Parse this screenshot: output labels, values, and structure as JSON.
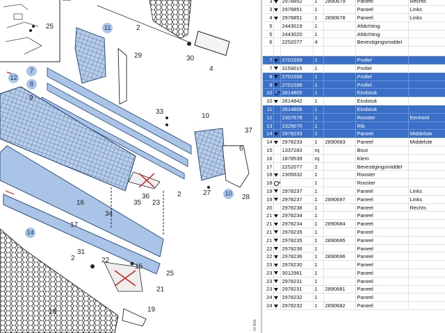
{
  "diagram": {
    "doc_id": "70 001",
    "callouts": [
      "25",
      "2",
      "30",
      "4",
      "29",
      "11",
      "7",
      "8",
      "9",
      "12",
      "33",
      "10",
      "37",
      "6",
      "27",
      "28",
      "10",
      "36",
      "23",
      "2",
      "35",
      "16",
      "34",
      "17",
      "14",
      "31",
      "2",
      "18",
      "22",
      "15",
      "25",
      "21",
      "19"
    ]
  },
  "parts_table": {
    "rows": [
      {
        "pos": "3",
        "marker": "tri",
        "part": "2978852",
        "qty": "1",
        "alt": "2890679",
        "desc": "Paneel",
        "side": "Rechts",
        "selected": false
      },
      {
        "pos": "3",
        "marker": "tri",
        "part": "2978851",
        "qty": "1",
        "alt": "",
        "desc": "Paneel",
        "side": "Links",
        "selected": false
      },
      {
        "pos": "4",
        "marker": "tri",
        "part": "2978851",
        "qty": "1",
        "alt": "2890678",
        "desc": "Paneel",
        "side": "Links",
        "selected": false
      },
      {
        "pos": "5",
        "marker": "",
        "part": "2443019",
        "qty": "1",
        "alt": "",
        "desc": "Afdichting",
        "side": "",
        "selected": false
      },
      {
        "pos": "5",
        "marker": "",
        "part": "2443020",
        "qty": "1",
        "alt": "",
        "desc": "Afdichting",
        "side": "",
        "selected": false
      },
      {
        "pos": "6",
        "marker": "",
        "part": "2252077",
        "qty": "4",
        "alt": "",
        "desc": "Bevestigingsmiddel",
        "side": "",
        "selected": false
      },
      {
        "pos": "",
        "marker": "",
        "part": "",
        "qty": "",
        "alt": "",
        "desc": "",
        "side": "",
        "selected": false,
        "gap": true
      },
      {
        "pos": "7",
        "marker": "tri",
        "part": "2701599",
        "qty": "1",
        "alt": "",
        "desc": "Profiel",
        "side": "",
        "selected": true
      },
      {
        "pos": "7",
        "marker": "tri",
        "part": "3159015",
        "qty": "1",
        "alt": "",
        "desc": "Profiel",
        "side": "",
        "selected": false
      },
      {
        "pos": "8",
        "marker": "tri",
        "part": "2701598",
        "qty": "1",
        "alt": "",
        "desc": "Profiel",
        "side": "",
        "selected": true
      },
      {
        "pos": "9",
        "marker": "tri",
        "part": "2701598",
        "qty": "1",
        "alt": "",
        "desc": "Profiel",
        "side": "",
        "selected": true
      },
      {
        "pos": "10",
        "marker": "info-tri",
        "part": "2614805",
        "qty": "1",
        "alt": "",
        "desc": "Eindstuk",
        "side": "",
        "selected": true
      },
      {
        "pos": "10",
        "marker": "tri",
        "part": "2614842",
        "qty": "1",
        "alt": "",
        "desc": "Eindstuk",
        "side": "",
        "selected": false
      },
      {
        "pos": "11",
        "marker": "",
        "part": "2614806",
        "qty": "1",
        "alt": "",
        "desc": "Eindstuk",
        "side": "",
        "selected": true
      },
      {
        "pos": "12",
        "marker": "",
        "part": "2307678",
        "qty": "1",
        "alt": "",
        "desc": "Rooster",
        "side": "Eenheid",
        "selected": true
      },
      {
        "pos": "13",
        "marker": "",
        "part": "2329070",
        "qty": "1",
        "alt": "",
        "desc": "Rib",
        "side": "",
        "selected": true
      },
      {
        "pos": "14",
        "marker": "tri",
        "part": "2978233",
        "qty": "1",
        "alt": "",
        "desc": "Paneel",
        "side": "Middelste",
        "selected": true
      },
      {
        "pos": "14",
        "marker": "tri",
        "part": "2978233",
        "qty": "1",
        "alt": "2890683",
        "desc": "Paneel",
        "side": "Middelste",
        "selected": false
      },
      {
        "pos": "15",
        "marker": "",
        "part": "1337283",
        "qty": "rq",
        "alt": "",
        "desc": "Bout",
        "side": "",
        "selected": false
      },
      {
        "pos": "16",
        "marker": "",
        "part": "1878539",
        "qty": "rq",
        "alt": "",
        "desc": "Klem",
        "side": "",
        "selected": false
      },
      {
        "pos": "17",
        "marker": "",
        "part": "2252077",
        "qty": "2",
        "alt": "",
        "desc": "Bevestigingsmiddel",
        "side": "",
        "selected": false
      },
      {
        "pos": "18",
        "marker": "tri",
        "part": "2305632",
        "qty": "1",
        "alt": "",
        "desc": "Rooster",
        "side": "",
        "selected": false
      },
      {
        "pos": "18",
        "marker": "circ-tri",
        "part": "",
        "qty": "1",
        "alt": "",
        "desc": "Rooster",
        "side": "",
        "selected": false
      },
      {
        "pos": "19",
        "marker": "tri",
        "part": "2978237",
        "qty": "1",
        "alt": "",
        "desc": "Paneel",
        "side": "Links",
        "selected": false
      },
      {
        "pos": "19",
        "marker": "tri",
        "part": "2978237",
        "qty": "1",
        "alt": "2890697",
        "desc": "Paneel",
        "side": "Links",
        "selected": false
      },
      {
        "pos": "20",
        "marker": "",
        "part": "2978238",
        "qty": "1",
        "alt": "",
        "desc": "Paneel",
        "side": "Rechts",
        "selected": false
      },
      {
        "pos": "21",
        "marker": "tri",
        "part": "2978234",
        "qty": "1",
        "alt": "",
        "desc": "Paneel",
        "side": "",
        "selected": false
      },
      {
        "pos": "21",
        "marker": "tri",
        "part": "2978234",
        "qty": "1",
        "alt": "2890684",
        "desc": "Paneel",
        "side": "",
        "selected": false
      },
      {
        "pos": "21",
        "marker": "tri",
        "part": "2978235",
        "qty": "1",
        "alt": "",
        "desc": "Paneel",
        "side": "",
        "selected": false
      },
      {
        "pos": "21",
        "marker": "tri",
        "part": "2978235",
        "qty": "1",
        "alt": "2890695",
        "desc": "Paneel",
        "side": "",
        "selected": false
      },
      {
        "pos": "22",
        "marker": "tri",
        "part": "2978236",
        "qty": "1",
        "alt": "",
        "desc": "Paneel",
        "side": "",
        "selected": false
      },
      {
        "pos": "22",
        "marker": "tri",
        "part": "2978236",
        "qty": "1",
        "alt": "2890696",
        "desc": "Paneel",
        "side": "",
        "selected": false
      },
      {
        "pos": "23",
        "marker": "tri",
        "part": "2978230",
        "qty": "1",
        "alt": "",
        "desc": "Paneel",
        "side": "",
        "selected": false
      },
      {
        "pos": "23",
        "marker": "tri",
        "part": "3012961",
        "qty": "1",
        "alt": "",
        "desc": "Paneel",
        "side": "",
        "selected": false
      },
      {
        "pos": "23",
        "marker": "tri",
        "part": "2978231",
        "qty": "1",
        "alt": "",
        "desc": "Paneel",
        "side": "",
        "selected": false
      },
      {
        "pos": "23",
        "marker": "tri",
        "part": "2978231",
        "qty": "1",
        "alt": "2890681",
        "desc": "Paneel",
        "side": "",
        "selected": false
      },
      {
        "pos": "24",
        "marker": "tri",
        "part": "2978232",
        "qty": "1",
        "alt": "",
        "desc": "Paneel",
        "side": "",
        "selected": false
      },
      {
        "pos": "24",
        "marker": "tri",
        "part": "2978232",
        "qty": "1",
        "alt": "2890682",
        "desc": "Paneel",
        "side": "",
        "selected": false
      }
    ]
  },
  "colors": {
    "selection": "#3a6fc8",
    "highlight_part": "#a9c4e6"
  }
}
